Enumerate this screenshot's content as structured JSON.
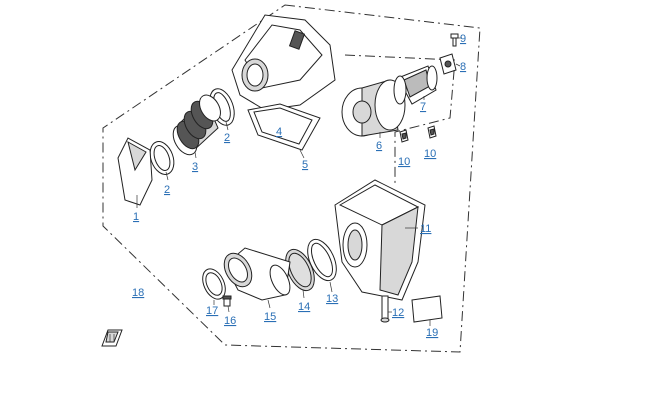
{
  "diagram": {
    "callouts": {
      "p1": "1",
      "p2a": "2",
      "p2b": "2",
      "p3": "3",
      "p4": "4",
      "p5": "5",
      "p6": "6",
      "p7": "7",
      "p8": "8",
      "p9": "9",
      "p10a": "10",
      "p10b": "10",
      "p11": "11",
      "p12": "12",
      "p13": "13",
      "p14": "14",
      "p15": "15",
      "p16": "16",
      "p17": "17",
      "p18": "18",
      "p19": "19"
    },
    "colors": {
      "callout": "#2a6fb5",
      "line": "#222222",
      "fill": "#ffffff",
      "shade": "#d8d8d8"
    },
    "icons": {
      "orientation": "direction-arrow-icon"
    }
  }
}
